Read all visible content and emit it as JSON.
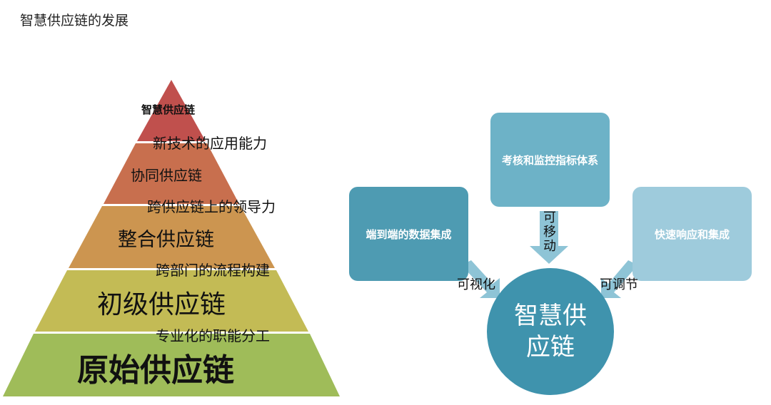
{
  "page": {
    "title": "智慧供应链的发展"
  },
  "pyramid": {
    "levels": [
      {
        "label": "智慧供应链",
        "color": "#c0504d"
      },
      {
        "label": "协同供应链",
        "color": "#c86f4e"
      },
      {
        "label": "整合供应链",
        "color": "#cc9550"
      },
      {
        "label": "初级供应链",
        "color": "#c3bb55"
      },
      {
        "label": "原始供应链",
        "color": "#9fbc59"
      }
    ],
    "transitions": [
      "新技术的应用能力",
      "跨供应链上的领导力",
      "跨部门的流程构建",
      "专业化的职能分工"
    ]
  },
  "cycle": {
    "center": "智慧供应链",
    "boxes": [
      {
        "label": "端到端的数据集成",
        "color": "#4e9bb2"
      },
      {
        "label": "考核和监控指标体系",
        "color": "#6db2c7"
      },
      {
        "label": "快速响应和集成",
        "color": "#9ecbdc"
      }
    ],
    "connectors": [
      "可视化",
      "可移动",
      "可调节"
    ],
    "arrow_color": "#8ec4d6"
  }
}
